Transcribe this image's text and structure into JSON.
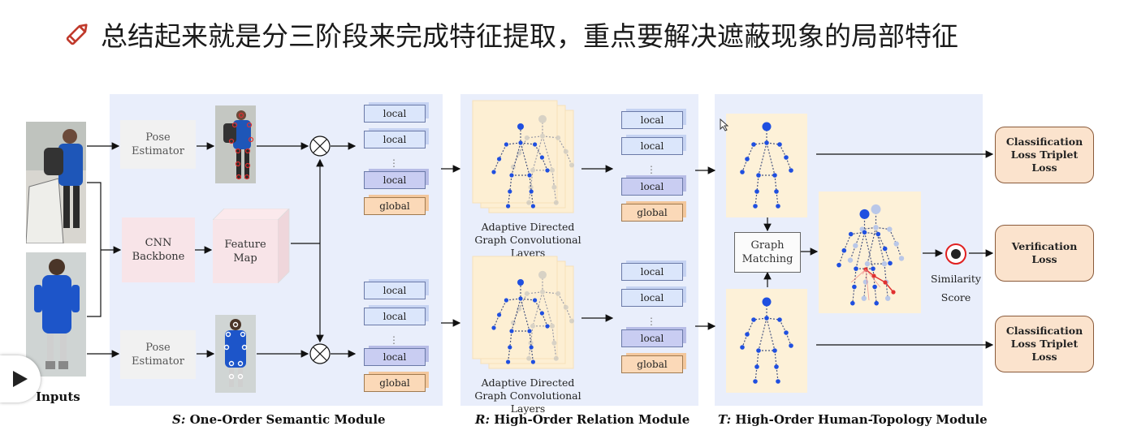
{
  "header": {
    "title": "总结起来就是分三阶段来完成特征提取，重点要解决遮蔽现象的局部特征"
  },
  "inputs": {
    "label": "Inputs"
  },
  "semantic_module": {
    "pose_estimator_top": "Pose Estimator",
    "pose_estimator_bottom": "Pose Estimator",
    "cnn_backbone": "CNN Backbone",
    "feature_map": "Feature Map",
    "feature_bars_top": [
      "local",
      "local",
      "⋮",
      "local",
      "global"
    ],
    "feature_bars_bottom": [
      "local",
      "local",
      "⋮",
      "local",
      "global"
    ],
    "label_prefix": "S:",
    "label": "One-Order Semantic Module"
  },
  "relation_module": {
    "caption_top": "Adaptive Directed Graph Convolutional Layers",
    "caption_bottom": "Adaptive Directed Graph Convolutional Layers",
    "feature_bars_top": [
      "local",
      "local",
      "⋮",
      "local",
      "global"
    ],
    "feature_bars_bottom": [
      "local",
      "local",
      "⋮",
      "local",
      "global"
    ],
    "label_prefix": "R:",
    "label": "High-Order Relation Module"
  },
  "topology_module": {
    "graph_matching": "Graph Matching",
    "similarity_score": "Similarity Score",
    "label_prefix": "T:",
    "label": "High-Order Human-Topology Module"
  },
  "losses": {
    "top": "Classification Loss Triplet Loss",
    "middle": "Verification Loss",
    "bottom": "Classification Loss Triplet Loss"
  },
  "colors": {
    "panel_bg": "#e9eefb",
    "local_bar": "#dbe6fb",
    "local_bar_dark": "#c9cdf2",
    "global_bar": "#fbd9b8",
    "loss_box": "#fbe3cd",
    "joint_blue": "#1f4fe0"
  }
}
